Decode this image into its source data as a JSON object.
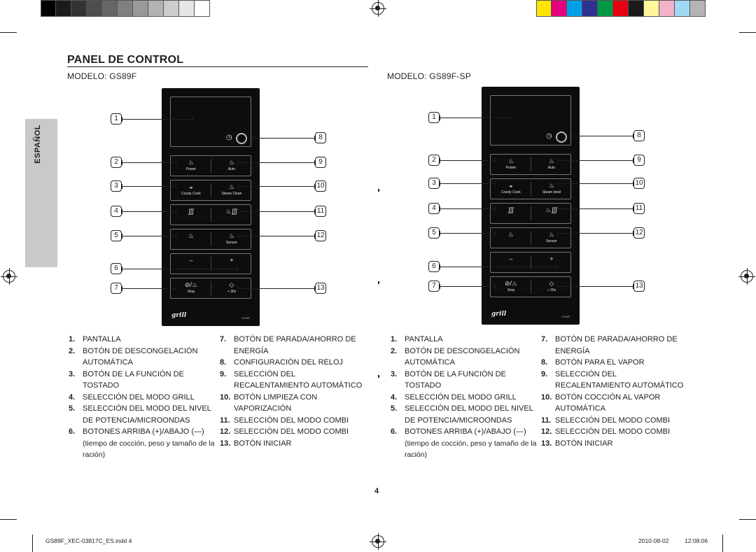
{
  "colors": {
    "left_swatches": [
      "#000000",
      "#1a1a1a",
      "#333333",
      "#4d4d4d",
      "#666666",
      "#808080",
      "#999999",
      "#b3b3b3",
      "#cccccc",
      "#e6e6e6",
      "#ffffff"
    ],
    "right_swatches": [
      "#ffe600",
      "#e6007e",
      "#00a0e9",
      "#2e3192",
      "#009944",
      "#e60012",
      "#1a1a1a",
      "#fff799",
      "#f5b2c8",
      "#9fd9f6",
      "#b5b5b6"
    ]
  },
  "side_tab": "ESPAÑOL",
  "title": "PANEL DE CONTROL",
  "page_number": "4",
  "slug": {
    "file": "GS89F_XEC-03817C_ES.indd   4",
    "date": "2010-08-02",
    "time": "12:08:06"
  },
  "panels": [
    {
      "model": "MODELO: GS89F",
      "labels": {
        "power": "Power",
        "auto": "Auto",
        "crusty": "Crusty Cook",
        "func": "Steam Clean",
        "sensor": "Sensor",
        "stop": "Stop",
        "plus30": "+ 30s",
        "brand": "grill",
        "badge": "GS89F"
      },
      "legend_left": [
        {
          "num": "1.",
          "text": "PANTALLA"
        },
        {
          "num": "2.",
          "text": "BOTÓN DE DESCONGELACIÓN AUTOMÁTICA"
        },
        {
          "num": "3.",
          "text": "BOTÓN DE LA FUNCIÓN DE TOSTADO"
        },
        {
          "num": "4.",
          "text": "SELECCIÓN DEL MODO GRILL"
        },
        {
          "num": "5.",
          "text": "SELECCIÓN DEL MODO DEL NIVEL DE POTENCIA/MICROONDAS"
        },
        {
          "num": "6.",
          "text": "BOTONES ARRIBA (+)/ABAJO (—)",
          "sub": "(tiempo de cocción, peso y tamaño de la ración)"
        }
      ],
      "legend_right": [
        {
          "num": "7.",
          "text": "BOTÓN DE PARADA/AHORRO DE ENERGÍA"
        },
        {
          "num": "8.",
          "text": "CONFIGURACIÓN DEL RELOJ"
        },
        {
          "num": "9.",
          "text": "SELECCIÓN DEL RECALENTAMIENTO AUTOMÁTICO"
        },
        {
          "num": "10.",
          "text": "BOTÓN LIMPIEZA CON VAPORIZACIÓN"
        },
        {
          "num": "11.",
          "text": "SELECCIÓN DEL MODO COMBI"
        },
        {
          "num": "12.",
          "text": "SELECCIÓN DEL MODO COMBI"
        },
        {
          "num": "13.",
          "text": "BOTÓN INICIAR"
        }
      ]
    },
    {
      "model": "MODELO: GS89F-SP",
      "labels": {
        "power": "Power",
        "auto": "Auto",
        "crusty": "Crusty Cook",
        "func": "Steam bowl",
        "sensor": "Sensor",
        "stop": "Stop",
        "plus30": "+ 30s",
        "brand": "grill",
        "badge": "GS89F"
      },
      "legend_left": [
        {
          "num": "1.",
          "text": "PANTALLA"
        },
        {
          "num": "2.",
          "text": "BOTÓN DE DESCONGELACIÓN AUTOMÁTICA"
        },
        {
          "num": "3.",
          "text": "BOTÓN DE LA FUNCIÓN DE TOSTADO"
        },
        {
          "num": "4.",
          "text": "SELECCIÓN DEL MODO GRILL"
        },
        {
          "num": "5.",
          "text": "SELECCIÓN DEL MODO DEL NIVEL DE POTENCIA/MICROONDAS"
        },
        {
          "num": "6.",
          "text": "BOTONES ARRIBA (+)/ABAJO (—)",
          "sub": "(tiempo de cocción, peso y tamaño de la ración)"
        }
      ],
      "legend_right": [
        {
          "num": "7.",
          "text": "BOTÓN DE PARADA/AHORRO DE ENERGÍA"
        },
        {
          "num": "8.",
          "text": "BOTÓN PARA EL VAPOR"
        },
        {
          "num": "9.",
          "text": "SELECCIÓN DEL RECALENTAMIENTO AUTOMÁTICO"
        },
        {
          "num": "10.",
          "text": "BOTÓN COCCIÓN AL VAPOR AUTOMÁTICA"
        },
        {
          "num": "11.",
          "text": "SELECCIÓN DEL MODO COMBI"
        },
        {
          "num": "12.",
          "text": "SELECCIÓN DEL MODO COMBI"
        },
        {
          "num": "13.",
          "text": "BOTÓN INICIAR"
        }
      ]
    }
  ],
  "callouts_left": [
    "1",
    "2",
    "3",
    "4",
    "5",
    "6",
    "7"
  ],
  "callouts_right": [
    "8",
    "9",
    "10",
    "11",
    "12",
    "13"
  ],
  "icons": {
    "clock": "◷",
    "defrost": "♨",
    "auto": "♨",
    "crusty": "◒",
    "func": "♨",
    "grill": "∭",
    "combi": "♨∭",
    "power": "♨",
    "sensor": "♨",
    "minus": "–",
    "plus": "+",
    "stop": "⊘/♨",
    "start": "◇"
  }
}
